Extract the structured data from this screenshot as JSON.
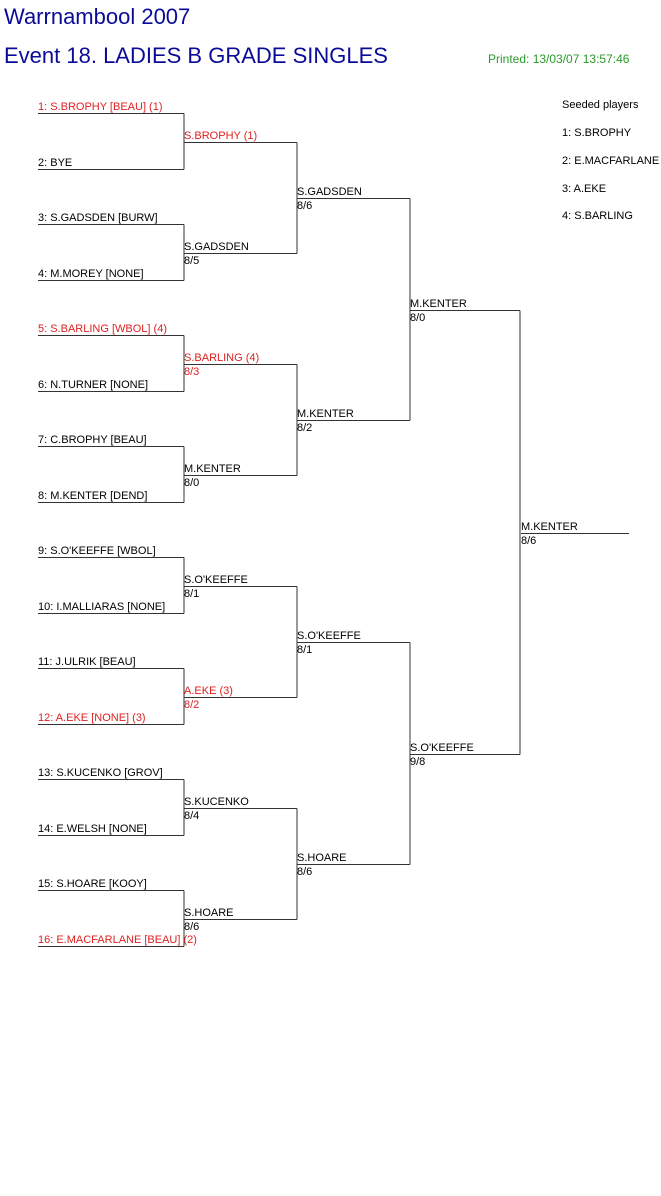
{
  "header": {
    "title": "Warrnambool 2007",
    "event": "Event 18. LADIES B GRADE SINGLES",
    "printed": "Printed: 13/03/07 13:57:46"
  },
  "seeded": {
    "title": "Seeded players",
    "items": [
      "1: S.BROPHY",
      "2: E.MACFARLANE",
      "3: A.EKE",
      "4: S.BARLING"
    ]
  },
  "rounds": [
    [
      {
        "name": "1: S.BROPHY [BEAU] (1)",
        "seeded": true
      },
      {
        "name": "2: BYE",
        "seeded": false
      },
      {
        "name": "3: S.GADSDEN [BURW]",
        "seeded": false
      },
      {
        "name": "4: M.MOREY [NONE]",
        "seeded": false
      },
      {
        "name": "5: S.BARLING [WBOL] (4)",
        "seeded": true
      },
      {
        "name": "6: N.TURNER [NONE]",
        "seeded": false
      },
      {
        "name": "7: C.BROPHY [BEAU]",
        "seeded": false
      },
      {
        "name": "8: M.KENTER [DEND]",
        "seeded": false
      },
      {
        "name": "9: S.O'KEEFFE [WBOL]",
        "seeded": false
      },
      {
        "name": "10: I.MALLIARAS [NONE]",
        "seeded": false
      },
      {
        "name": "11: J.ULRIK [BEAU]",
        "seeded": false
      },
      {
        "name": "12: A.EKE [NONE] (3)",
        "seeded": true
      },
      {
        "name": "13: S.KUCENKO [GROV]",
        "seeded": false
      },
      {
        "name": "14: E.WELSH [NONE]",
        "seeded": false
      },
      {
        "name": "15: S.HOARE [KOOY]",
        "seeded": false
      },
      {
        "name": "16: E.MACFARLANE [BEAU] (2)",
        "seeded": true
      }
    ],
    [
      {
        "name": "S.BROPHY (1)",
        "score": "",
        "seeded": true
      },
      {
        "name": "S.GADSDEN",
        "score": "8/5",
        "seeded": false
      },
      {
        "name": "S.BARLING (4)",
        "score": "8/3",
        "seeded": true
      },
      {
        "name": "M.KENTER",
        "score": "8/0",
        "seeded": false
      },
      {
        "name": "S.O'KEEFFE",
        "score": "8/1",
        "seeded": false
      },
      {
        "name": "A.EKE (3)",
        "score": "8/2",
        "seeded": true
      },
      {
        "name": "S.KUCENKO",
        "score": "8/4",
        "seeded": false
      },
      {
        "name": "S.HOARE",
        "score": "8/6",
        "seeded": false
      }
    ],
    [
      {
        "name": "S.GADSDEN",
        "score": "8/6",
        "seeded": false
      },
      {
        "name": "M.KENTER",
        "score": "8/2",
        "seeded": false
      },
      {
        "name": "S.O'KEEFFE",
        "score": "8/1",
        "seeded": false
      },
      {
        "name": "S.HOARE",
        "score": "8/6",
        "seeded": false
      }
    ],
    [
      {
        "name": "M.KENTER",
        "score": "8/0",
        "seeded": false
      },
      {
        "name": "S.O'KEEFFE",
        "score": "9/8",
        "seeded": false
      }
    ],
    [
      {
        "name": "M.KENTER",
        "score": "8/6",
        "seeded": false
      }
    ]
  ],
  "colors": {
    "title": "#0b0b99",
    "printed": "#2a9a2a",
    "seeded": "#e02020",
    "line": "#333333"
  }
}
